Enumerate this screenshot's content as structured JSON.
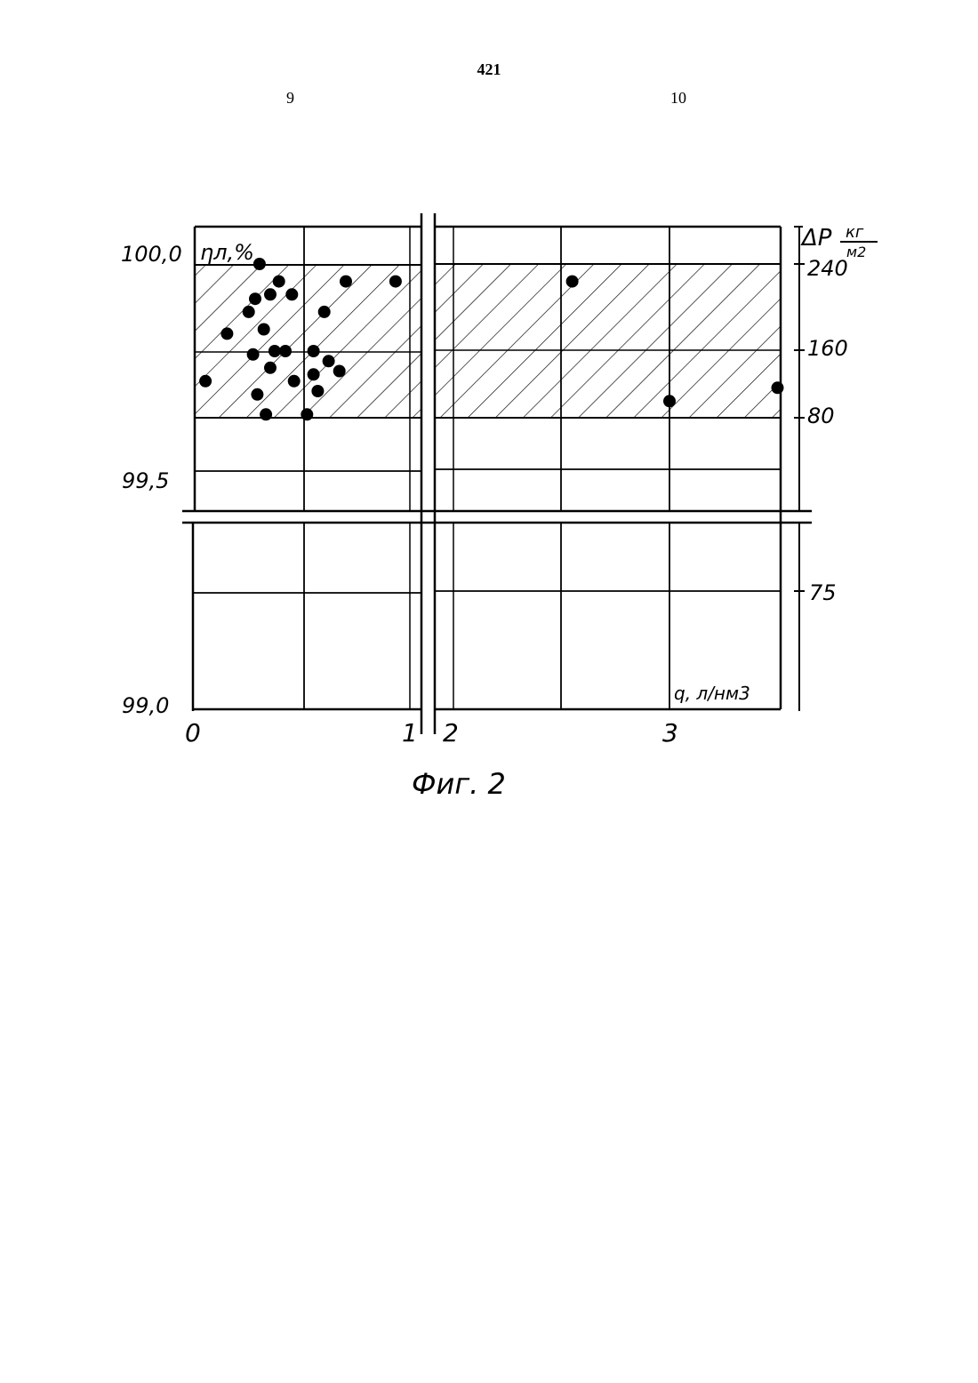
{
  "page": {
    "number": "421",
    "col_left": "9",
    "col_right": "10"
  },
  "figure": {
    "caption": "Фиг. 2",
    "left_axis_label": "ηл,%",
    "right_axis_label": "ΔP",
    "right_axis_unit_num": "кг",
    "right_axis_unit_den": "м2",
    "x_axis_label": "q, л/нм3"
  },
  "chart_data": {
    "type": "scatter",
    "title": "",
    "xlabel": "q, л/нм3",
    "ylabel": "ηл,%",
    "y2label": "ΔP, кг/м2",
    "x_ticks": [
      "0",
      "1",
      "2",
      "3"
    ],
    "y_ticks": [
      "100,0",
      "99,5",
      "99,0"
    ],
    "y2_ticks": [
      "240",
      "160",
      "80",
      "75"
    ],
    "axis_breaks": {
      "x": [
        1.05,
        1.75
      ],
      "y": [
        99.25,
        99.32
      ]
    },
    "grid": true,
    "legend": "none",
    "shaded_band_deltaP": [
      80,
      240
    ],
    "series": [
      {
        "values": [
          {
            "x": 0.3,
            "y": 240
          },
          {
            "x": 0.39,
            "y": 224
          },
          {
            "x": 0.7,
            "y": 224
          },
          {
            "x": 0.93,
            "y": 224
          },
          {
            "x": 0.28,
            "y": 208
          },
          {
            "x": 0.35,
            "y": 212
          },
          {
            "x": 0.45,
            "y": 212
          },
          {
            "x": 0.25,
            "y": 196
          },
          {
            "x": 0.6,
            "y": 196
          },
          {
            "x": 0.32,
            "y": 180
          },
          {
            "x": 0.15,
            "y": 176
          },
          {
            "x": 0.37,
            "y": 160
          },
          {
            "x": 0.42,
            "y": 160
          },
          {
            "x": 0.55,
            "y": 160
          },
          {
            "x": 0.27,
            "y": 156
          },
          {
            "x": 0.62,
            "y": 148
          },
          {
            "x": 0.35,
            "y": 140
          },
          {
            "x": 0.55,
            "y": 132
          },
          {
            "x": 0.67,
            "y": 136
          },
          {
            "x": 0.46,
            "y": 124
          },
          {
            "x": 0.29,
            "y": 108
          },
          {
            "x": 0.05,
            "y": 124
          },
          {
            "x": 0.33,
            "y": 84
          },
          {
            "x": 0.52,
            "y": 84
          },
          {
            "x": 0.57,
            "y": 112
          }
        ]
      },
      {
        "values": [
          {
            "x": 2.55,
            "y": 224
          },
          {
            "x": 3.0,
            "y": 100
          },
          {
            "x": 3.5,
            "y": 116
          }
        ]
      }
    ]
  }
}
